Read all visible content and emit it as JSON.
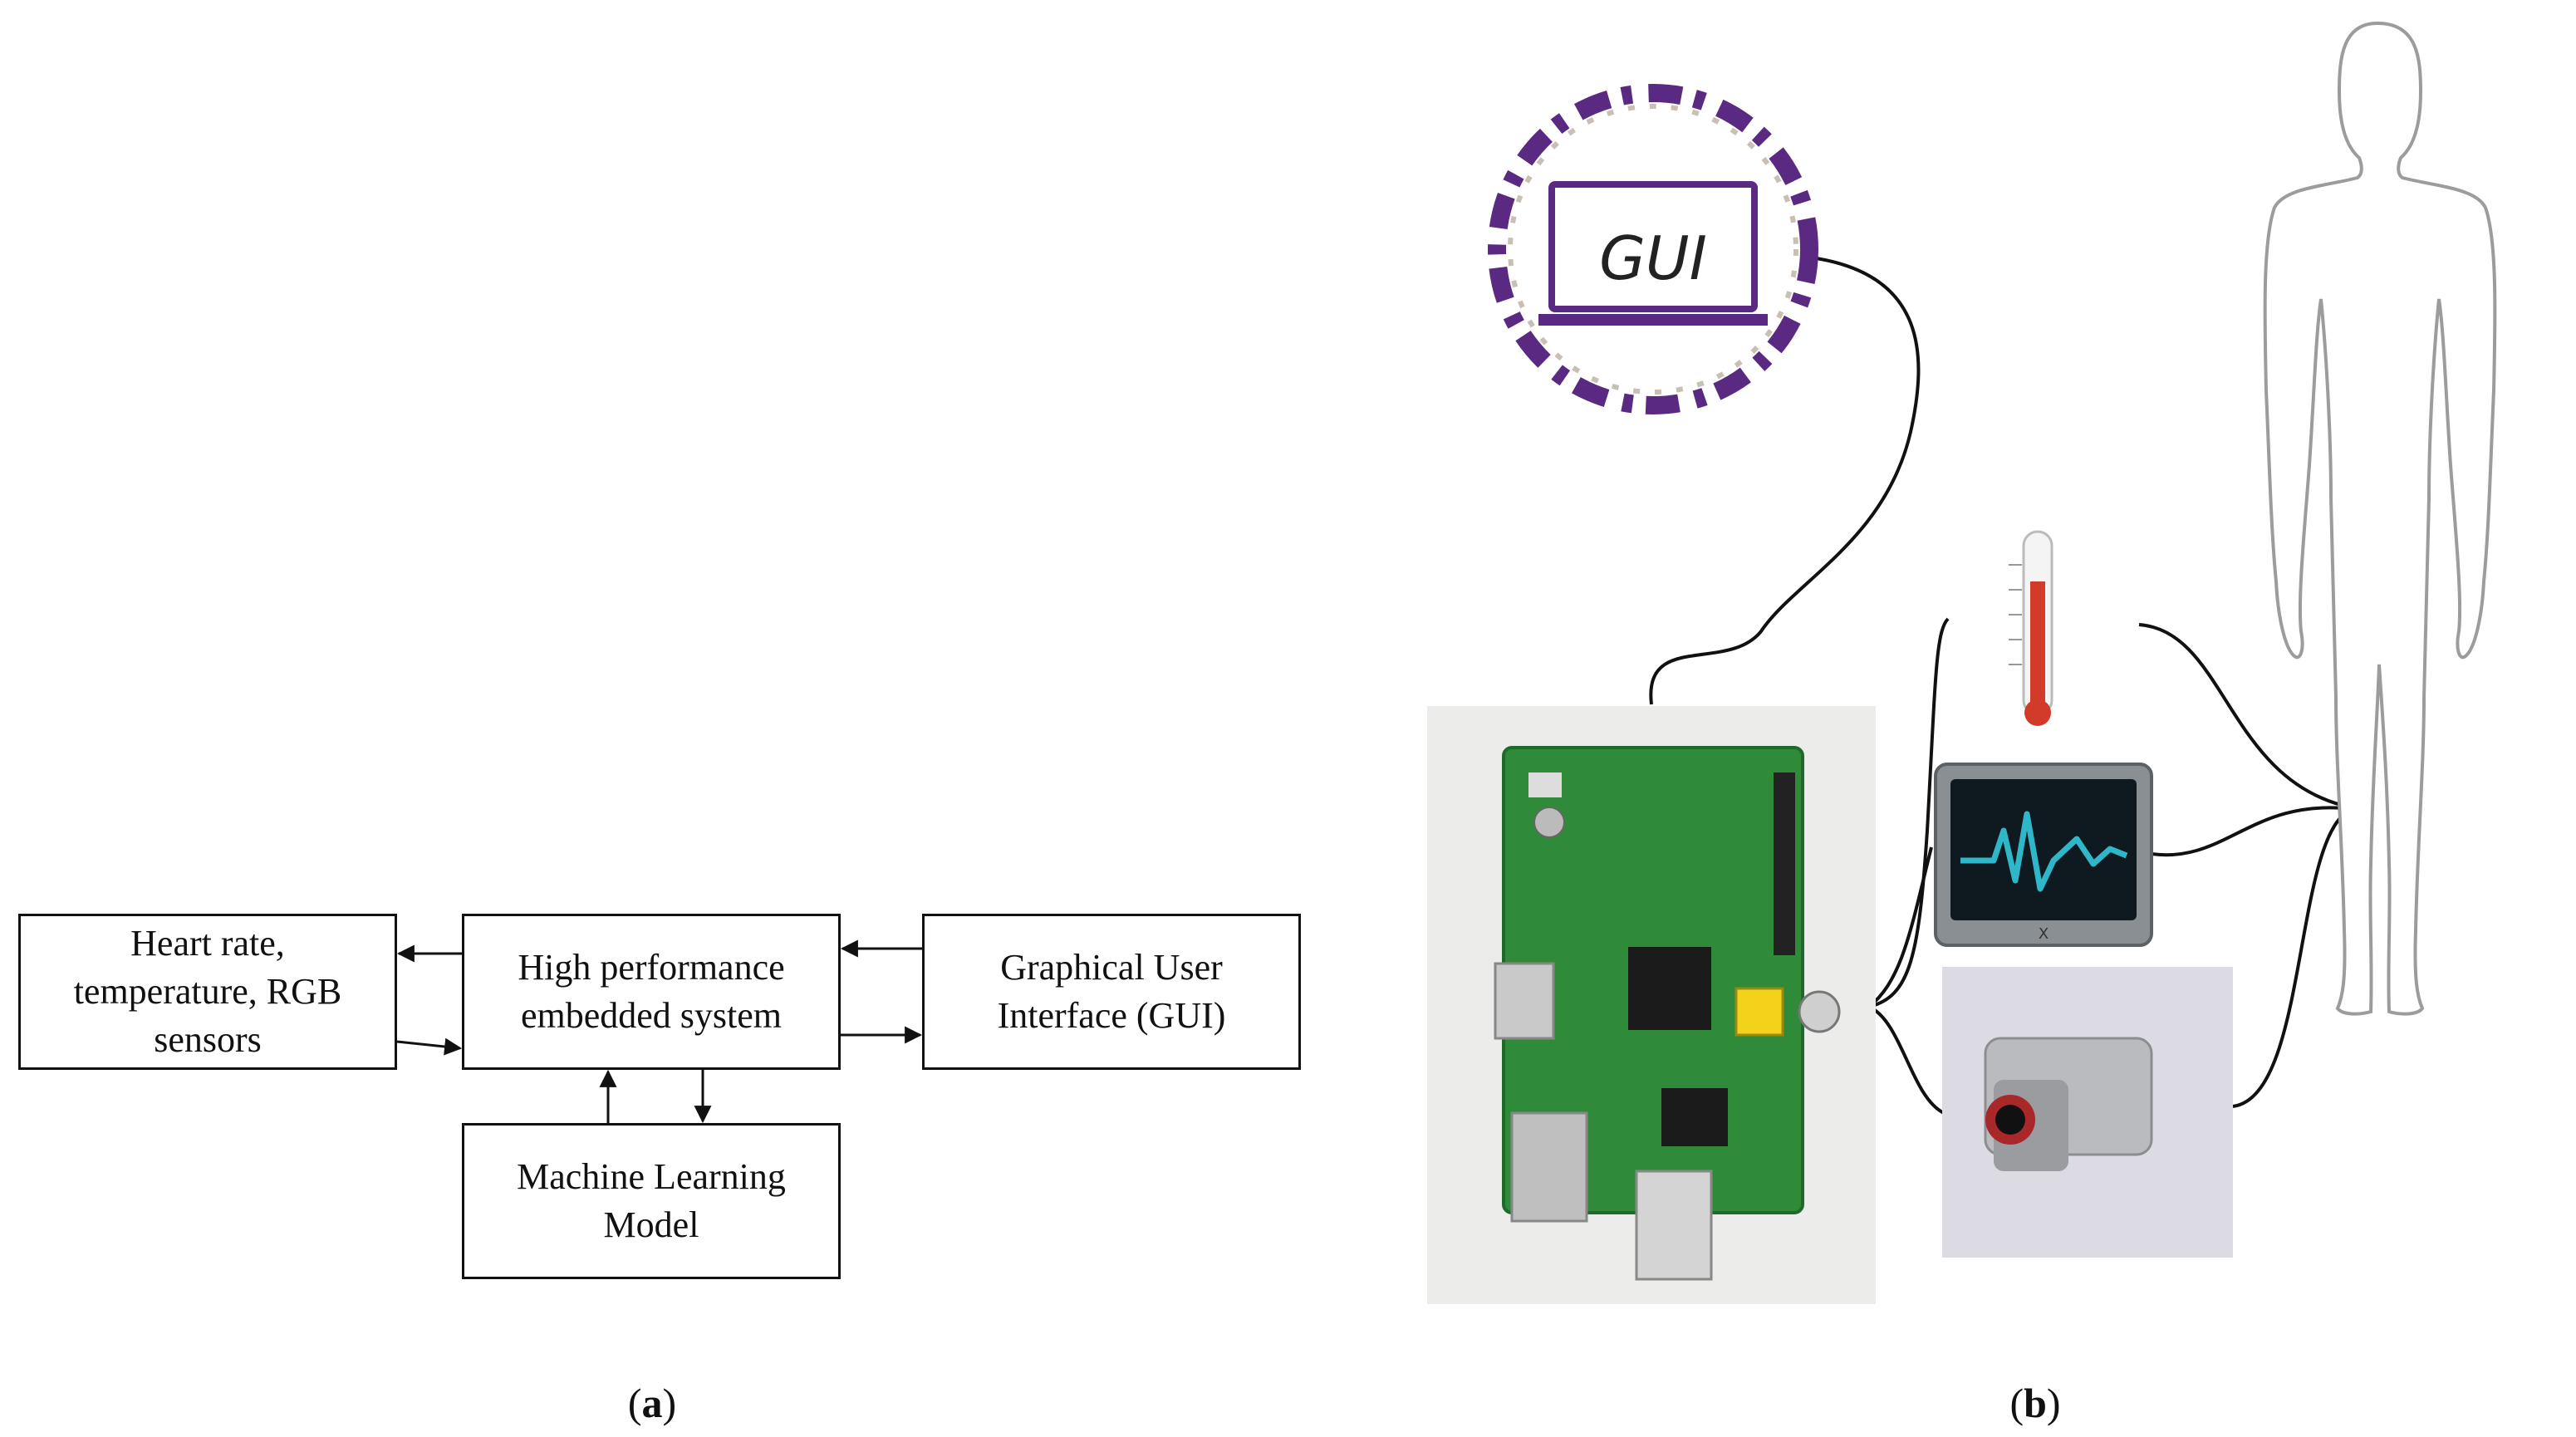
{
  "panel_a": {
    "blocks": {
      "sensors": "Heart rate,\ntemperature, RGB\nsensors",
      "embedded": "High performance\nembedded system",
      "gui": "Graphical User\nInterface (GUI)",
      "ml": "Machine Learning\nModel"
    },
    "caption_open": "(",
    "caption_letter": "a",
    "caption_close": ")"
  },
  "panel_b": {
    "gui_badge_text": "GUI",
    "caption_open": "(",
    "caption_letter": "b",
    "caption_close": ")"
  },
  "colors": {
    "line": "#111111",
    "gui_ring": "#5a2a82",
    "board_green": "#2f8a3a",
    "thermometer_red": "#d23a2a",
    "monitor_wave": "#2fb7c9"
  }
}
